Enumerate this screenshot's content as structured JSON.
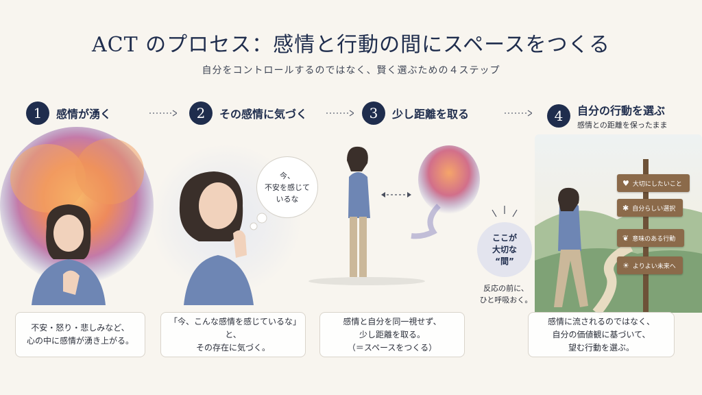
{
  "header": {
    "title": "ACT のプロセス：感情と行動の間にスペースをつくる",
    "subtitle": "自分をコントロールするのではなく、賢く選ぶための４ステップ"
  },
  "steps": [
    {
      "number": "1",
      "title": "感情が湧く",
      "caption": [
        "不安・怒り・悲しみなど、",
        "心の中に感情が湧き上がる。"
      ]
    },
    {
      "number": "2",
      "title": "その感情に気づく",
      "caption": [
        "「今、こんな感情を感じているな」と、",
        "その存在に気づく。"
      ],
      "thought_bubble": [
        "今、",
        "不安を感じて",
        "いるな"
      ]
    },
    {
      "number": "3",
      "title": "少し距離を取る",
      "caption": [
        "感情と自分を同一視せず、",
        "少し距離を取る。",
        "（＝スペースをつくる）"
      ],
      "space_label": [
        "ここが",
        "大切な",
        "“間”"
      ],
      "space_note": [
        "反応の前に、",
        "ひと呼吸おく。"
      ]
    },
    {
      "number": "4",
      "title": "自分の行動を選ぶ",
      "subtitle": "感情との距離を保ったまま",
      "caption": [
        "感情に流されるのではなく、",
        "自分の価値観に基づいて、",
        "望む行動を選ぶ。"
      ],
      "signs": [
        {
          "label": "大切にしたいこと",
          "icon": "heart-icon"
        },
        {
          "label": "自分らしい選択",
          "icon": "person-icon"
        },
        {
          "label": "意味のある行動",
          "icon": "leaf-icon"
        },
        {
          "label": "よりよい未来へ",
          "icon": "sun-icon"
        }
      ]
    }
  ],
  "colors": {
    "navy": "#1f2d4d",
    "background": "#f8f5ef",
    "emotion_warm": "#f0945a",
    "emotion_cool": "#7a7fc4",
    "sign_wood": "#8b6a4a"
  }
}
